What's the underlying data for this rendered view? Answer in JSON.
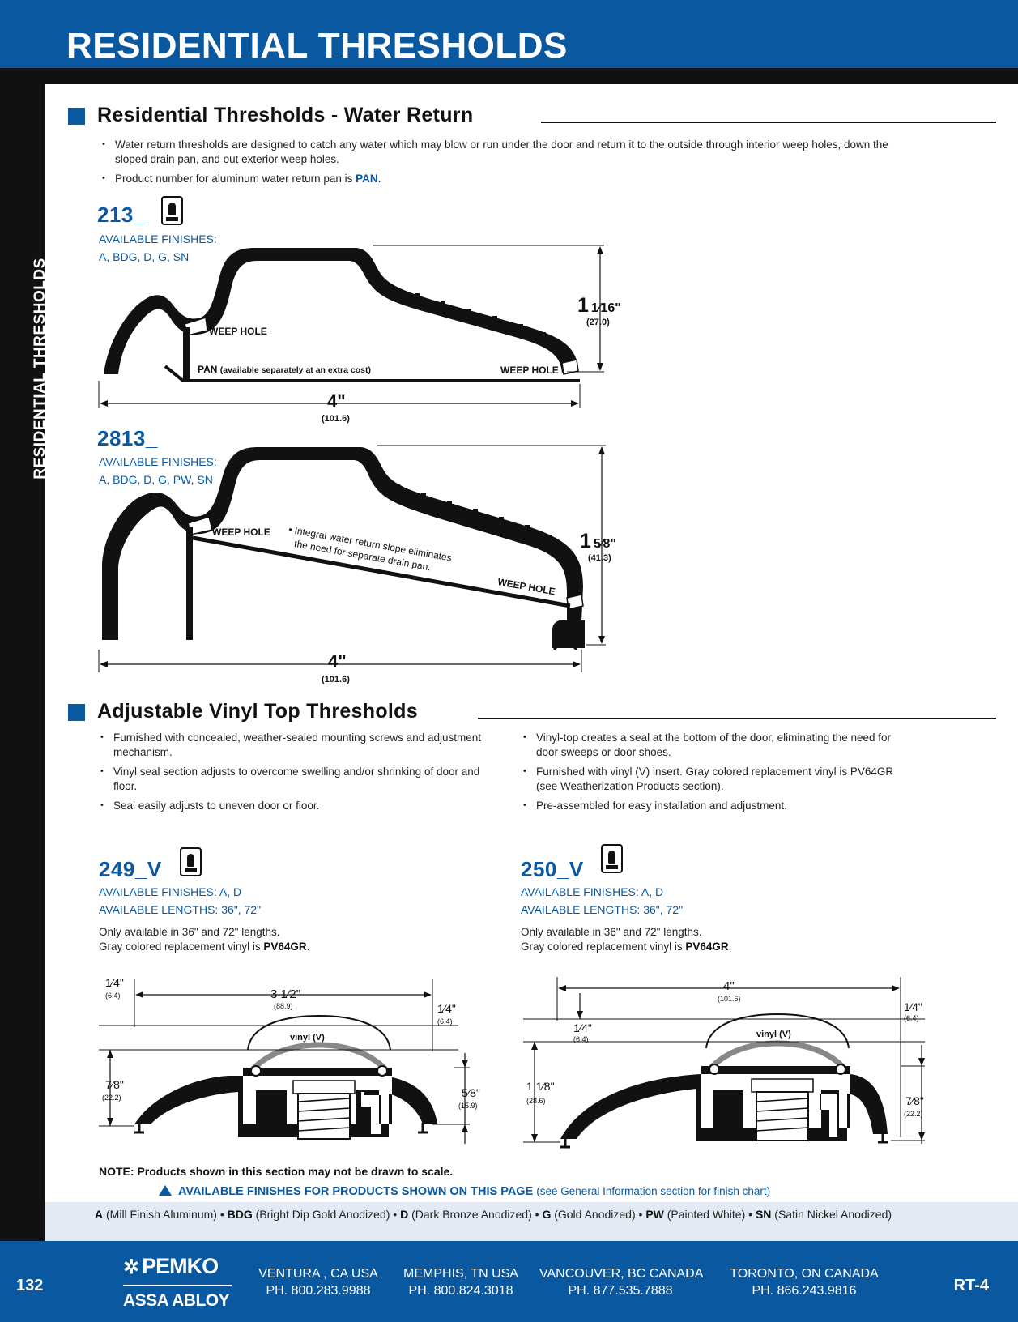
{
  "page": {
    "title": "RESIDENTIAL THRESHOLDS",
    "side_label": "RESIDENTIAL THRESHOLDS"
  },
  "water_return": {
    "heading": "Residential Thresholds - Water Return",
    "bullets": [
      "Water return thresholds are designed to catch any water which may blow or run under the door and return it to the outside through interior weep holes, down the sloped drain pan, and out exterior weep holes.",
      "Product number for aluminum water return pan is "
    ],
    "pan_code": "PAN",
    "pan_suffix": ".",
    "products": [
      {
        "model": "213_",
        "finishes_label": "AVAILABLE FINISHES:",
        "finishes": "A, BDG, D, G, SN",
        "labels": {
          "weep_hole": "WEEP HOLE",
          "pan_bold": "PAN",
          "pan_note": "(available separately at an extra cost)",
          "weep_hole_right": "WEEP HOLE",
          "height_whole": "1",
          "height_frac": "1⁄16",
          "height_in": "\"",
          "height_mm": "(27.0)",
          "width": "4\"",
          "width_mm": "(101.6)"
        }
      },
      {
        "model": "2813_",
        "finishes_label": "AVAILABLE FINISHES:",
        "finishes": "A, BDG, D, G, PW, SN",
        "labels": {
          "weep_hole": "WEEP HOLE",
          "slope_note_1": "• Integral water return slope eliminates",
          "slope_note_2": "the need for separate drain pan.",
          "weep_hole_right": "WEEP HOLE",
          "height_whole": "1",
          "height_frac": "5⁄8",
          "height_in": "\"",
          "height_mm": "(41.3)",
          "width": "4\"",
          "width_mm": "(101.6)"
        }
      }
    ]
  },
  "vinyl_top": {
    "heading": "Adjustable Vinyl Top Thresholds",
    "bullets_left": [
      "Furnished with concealed, weather-sealed mounting screws and adjustment mechanism.",
      "Vinyl seal section adjusts to overcome swelling and/or shrinking of door and floor.",
      "Seal easily adjusts to uneven door or floor."
    ],
    "bullets_right": [
      "Vinyl-top creates a seal at the bottom of the door, eliminating the need for door sweeps or door shoes.",
      "Furnished with vinyl (V) insert. Gray colored replacement vinyl is PV64GR (see Weatherization Products section).",
      "Pre-assembled for easy installation and adjustment."
    ],
    "products": [
      {
        "model": "249_V",
        "finishes": "AVAILABLE FINISHES: A, D",
        "lengths": "AVAILABLE LENGTHS: 36\", 72\"",
        "note_1": "Only available in 36\" and 72\" lengths.",
        "note_2_prefix": "Gray colored replacement vinyl is ",
        "note_2_code": "PV64GR",
        "note_2_suffix": ".",
        "dims": {
          "top_left": "1⁄4\"",
          "top_left_mm": "(6.4)",
          "width": "3 1⁄2\"",
          "width_mm": "(88.9)",
          "right_top": "1⁄4\"",
          "right_top_mm": "(6.4)",
          "left_h": "7⁄8\"",
          "left_h_mm": "(22.2)",
          "right_h": "5⁄8\"",
          "right_h_mm": "(15.9)",
          "vinyl": "vinyl (V)"
        }
      },
      {
        "model": "250_V",
        "finishes": "AVAILABLE FINISHES: A, D",
        "lengths": "AVAILABLE LENGTHS: 36\", 72\"",
        "note_1": "Only available in 36\" and 72\" lengths.",
        "note_2_prefix": "Gray colored replacement vinyl is ",
        "note_2_code": "PV64GR",
        "note_2_suffix": ".",
        "dims": {
          "width": "4\"",
          "width_mm": "(101.6)",
          "inner_top": "1⁄4\"",
          "inner_top_mm": "(6.4)",
          "right_top": "1⁄4\"",
          "right_top_mm": "(6.4)",
          "left_h": "1 1⁄8\"",
          "left_h_mm": "(28.6)",
          "right_h": "7⁄8\"",
          "right_h_mm": "(22.2)",
          "vinyl": "vinyl (V)"
        }
      }
    ]
  },
  "scale_note": "NOTE: Products shown in this section may not be drawn to scale.",
  "finishes_band": {
    "title": "AVAILABLE FINISHES FOR PRODUCTS SHOWN ON THIS PAGE",
    "see": "(see General Information section for finish chart)",
    "items": [
      {
        "code": "A",
        "name": "(Mill Finish Aluminum)"
      },
      {
        "code": "BDG",
        "name": "(Bright Dip Gold Anodized)"
      },
      {
        "code": "D",
        "name": "(Dark Bronze Anodized)"
      },
      {
        "code": "G",
        "name": "(Gold Anodized)"
      },
      {
        "code": "PW",
        "name": "(Painted White)"
      },
      {
        "code": "SN",
        "name": "(Satin Nickel Anodized)"
      }
    ],
    "separator": " • "
  },
  "footer": {
    "page_number": "132",
    "section_code": "RT-4",
    "brand": "PEMKO",
    "parent": "ASSA ABLOY",
    "locations": [
      {
        "city": "VENTURA , CA USA",
        "phone": "PH. 800.283.9988"
      },
      {
        "city": "MEMPHIS, TN USA",
        "phone": "PH. 800.824.3018"
      },
      {
        "city": "VANCOUVER, BC CANADA",
        "phone": "PH. 877.535.7888"
      },
      {
        "city": "TORONTO, ON CANADA",
        "phone": "PH. 866.243.9816"
      }
    ]
  },
  "colors": {
    "brand_blue": "#0a58a0",
    "band_gray": "#e4eaf3",
    "ink": "#111111"
  }
}
